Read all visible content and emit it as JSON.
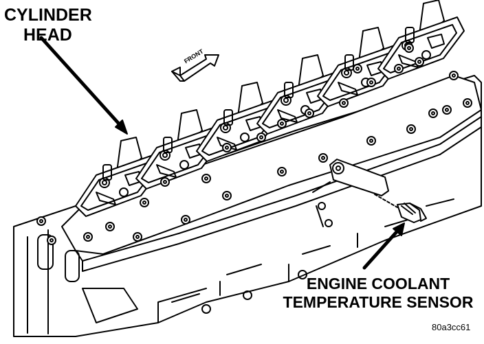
{
  "labels": {
    "head_line1": "CYLINDER",
    "head_line2": "HEAD",
    "sensor_line1": "ENGINE COOLANT",
    "sensor_line2": "TEMPERATURE SENSOR",
    "front_arrow": "FRONT",
    "figure_id": "80a3cc61"
  },
  "icons": {
    "engine": "cylinder-head-drawing",
    "sensor": "coolant-sensor-drawing"
  },
  "colors": {
    "ink": "#000000",
    "paper": "#ffffff"
  }
}
